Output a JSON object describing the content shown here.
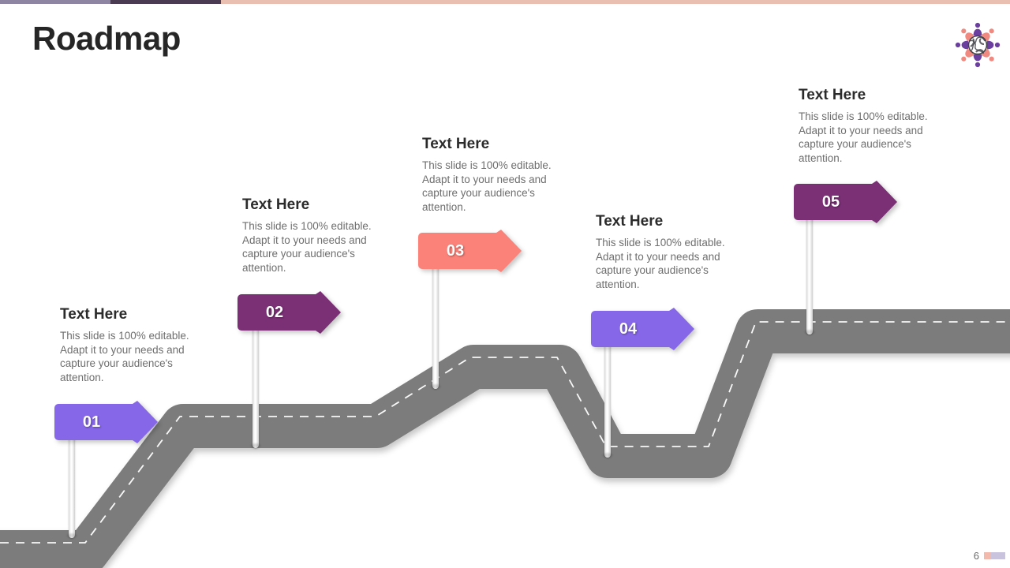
{
  "slide": {
    "title": "Roadmap",
    "page_number": "6",
    "background_color": "#ffffff"
  },
  "topbar": {
    "segments": [
      {
        "name": "segment-light-purple",
        "color": "#8e85a3"
      },
      {
        "name": "segment-dark-purple",
        "color": "#4a3a52"
      },
      {
        "name": "segment-peach",
        "color": "#e9bfb2"
      }
    ]
  },
  "logo": {
    "name": "globe-people-logo",
    "globe_color": "#3f3f46",
    "accent_purple": "#6b3fa0",
    "accent_salmon": "#f08a80"
  },
  "road": {
    "surface_color": "#7c7c7c",
    "dash_color": "#ffffff",
    "shadow_color": "rgba(0,0,0,0.18)"
  },
  "footer": {
    "swatch_colors": [
      "#f2b9ad",
      "#c9c3dd",
      "#c9c3dd"
    ]
  },
  "markers": [
    {
      "id": "01",
      "number": "01",
      "heading": "Text Here",
      "body": "This slide is 100% editable. Adapt it to your needs and capture your audience's attention.",
      "flag_color": "#8667e8",
      "fold_color": "#2d1ba8"
    },
    {
      "id": "02",
      "number": "02",
      "heading": "Text Here",
      "body": "This slide is 100% editable. Adapt it to your needs and capture your audience's attention.",
      "flag_color": "#7b3076",
      "fold_color": "#3c1140"
    },
    {
      "id": "03",
      "number": "03",
      "heading": "Text Here",
      "body": "This slide is 100% editable. Adapt it to your needs and capture your audience's attention.",
      "flag_color": "#fa8279",
      "fold_color": "#e8251c"
    },
    {
      "id": "04",
      "number": "04",
      "heading": "Text Here",
      "body": "This slide is 100% editable. Adapt it to your needs and capture your audience's attention.",
      "flag_color": "#8667e8",
      "fold_color": "#2d1ba8"
    },
    {
      "id": "05",
      "number": "05",
      "heading": "Text Here",
      "body": "This slide is 100% editable. Adapt it to your needs and capture your audience's attention.",
      "flag_color": "#7b3076",
      "fold_color": "#3c1140"
    }
  ]
}
